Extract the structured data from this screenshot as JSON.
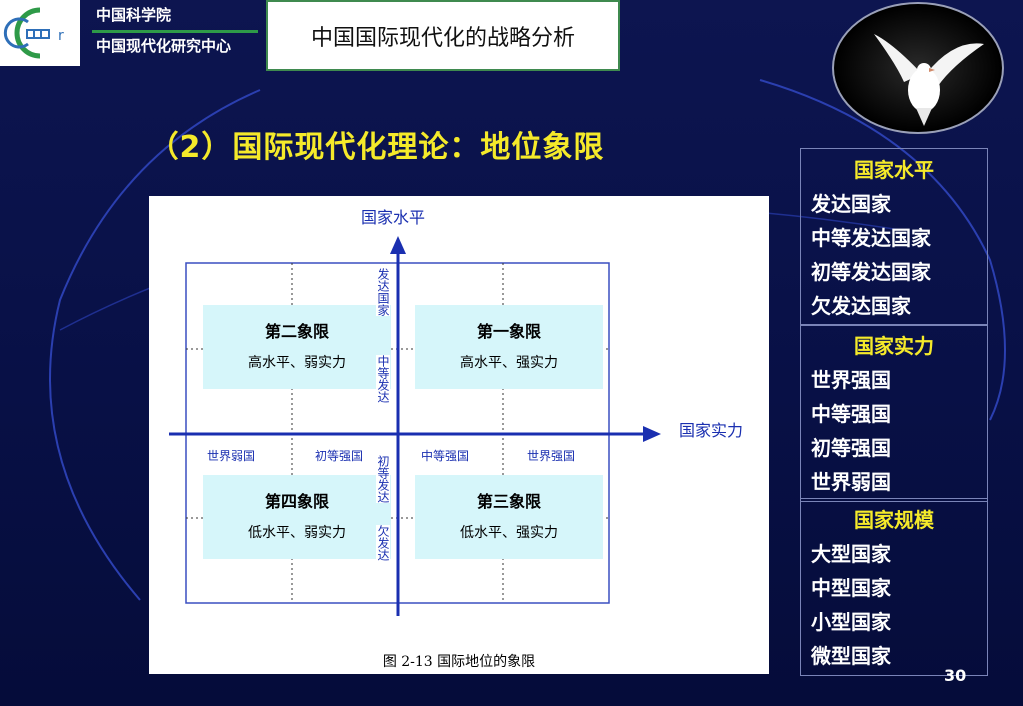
{
  "org": {
    "line1": "中国科学院",
    "line2": "中国现代化研究中心"
  },
  "header": {
    "title": "中国国际现代化的战略分析"
  },
  "slide": {
    "title": "（2）国际现代化理论：地位象限"
  },
  "diagram": {
    "y_axis_title": "国家水平",
    "x_axis_title": "国家实力",
    "quadrants": [
      {
        "title": "第二象限",
        "subtitle": "高水平、弱实力"
      },
      {
        "title": "第一象限",
        "subtitle": "高水平、强实力"
      },
      {
        "title": "第四象限",
        "subtitle": "低水平、弱实力"
      },
      {
        "title": "第三象限",
        "subtitle": "低水平、强实力"
      }
    ],
    "x_ticks": [
      "世界弱国",
      "初等强国",
      "中等强国",
      "世界强国"
    ],
    "y_ticks": [
      "发达国家",
      "中等发达",
      "初等发达",
      "欠发达"
    ],
    "caption": "图 2-13    国际地位的象限"
  },
  "legend": [
    {
      "head": "国家水平",
      "items": [
        "发达国家",
        "中等发达国家",
        "初等发达国家",
        "欠发达国家"
      ]
    },
    {
      "head": "国家实力",
      "items": [
        "世界强国",
        "中等强国",
        "初等强国",
        "世界弱国"
      ]
    },
    {
      "head": "国家规模",
      "items": [
        "大型国家",
        "中型国家",
        "小型国家",
        "微型国家"
      ]
    }
  ],
  "page_number": "30",
  "colors": {
    "background": "#081046",
    "title_yellow": "#f5ea2a",
    "axis_blue": "#1a2fb0",
    "quadrant_fill": "#d6f6fa",
    "accent_green": "#3f8a4f"
  }
}
